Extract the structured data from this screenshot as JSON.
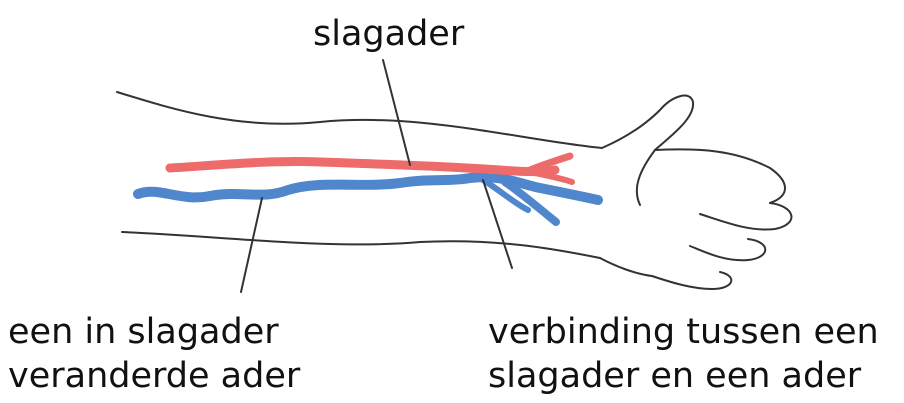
{
  "labels": {
    "artery": "slagader",
    "converted_vein_line1": "een in slagader",
    "converted_vein_line2": "veranderde ader",
    "connection_line1": "verbinding tussen een",
    "connection_line2": "slagader en een ader"
  },
  "colors": {
    "artery": "#ee6b6b",
    "vein": "#4f86cc",
    "outline": "#333333",
    "text": "#111111"
  }
}
